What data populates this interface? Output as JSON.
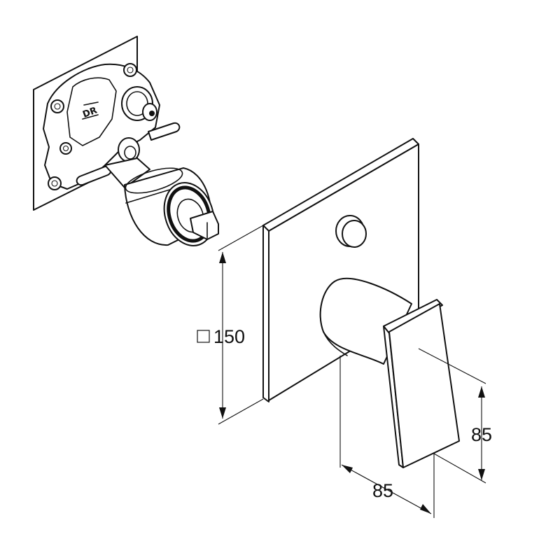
{
  "dimensions": {
    "plate_size_label": "150",
    "plate_size_symbol": "□",
    "lever_height_label": "85",
    "lever_depth_label": "85"
  },
  "parts": [
    "concealed-valve-body",
    "mounting-plate",
    "cover-plate",
    "diverter-button",
    "mixer-lever"
  ]
}
